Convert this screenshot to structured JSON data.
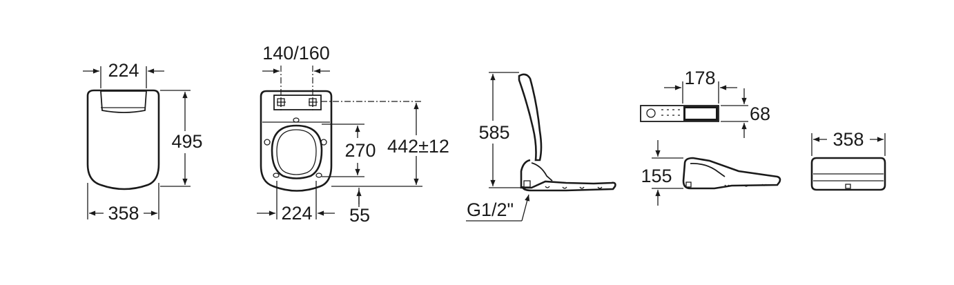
{
  "views": {
    "front_lid": {
      "width_top": "224",
      "height": "495",
      "width_bottom": "358"
    },
    "top_seat": {
      "fixing_spacing": "140/160",
      "opening_height": "270",
      "overall_depth": "442±12",
      "opening_width": "224",
      "offset": "55"
    },
    "side": {
      "height": "585",
      "connection": "G1/2\""
    },
    "remote_and_profile": {
      "remote_width": "178",
      "remote_height": "68",
      "profile_height": "155"
    },
    "back": {
      "width": "358"
    }
  },
  "colors": {
    "line": "#1a1a1a",
    "background": "#ffffff"
  }
}
